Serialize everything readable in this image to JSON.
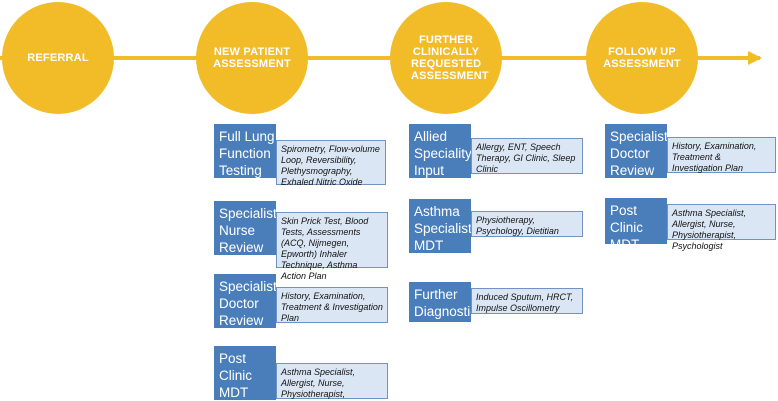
{
  "colors": {
    "stage_fill": "#F1BC28",
    "card_fill": "#4A7EBB",
    "note_fill": "#DBE6F4",
    "note_border": "#6F93C4",
    "timeline": "#F1BC28"
  },
  "stages": [
    {
      "id": "referral",
      "label": "REFERRAL"
    },
    {
      "id": "new-patient",
      "label": "NEW PATIENT ASSESSMENT"
    },
    {
      "id": "further",
      "label": "FURTHER CLINICALLY REQUESTED ASSESSMENT"
    },
    {
      "id": "follow-up",
      "label": "FOLLOW UP ASSESSMENT"
    }
  ],
  "columns": {
    "new_patient": [
      {
        "title": "Full Lung Function Testing",
        "detail": "Spirometry, Flow-volume Loop, Reversibility, Plethysmography, Exhaled Nitric Oxide"
      },
      {
        "title": "Specialist Nurse Review",
        "detail": "Skin Prick Test, Blood Tests, Assessments (ACQ, Nijmegen, Epworth) Inhaler Technique, Asthma Action Plan"
      },
      {
        "title": "Specialist Doctor Review",
        "detail": "History, Examination, Treatment & Investigation Plan"
      },
      {
        "title": "Post Clinic MDT",
        "detail": "Asthma Specialist, Allergist, Nurse, Physiotherapist, Psychologist"
      }
    ],
    "further": [
      {
        "title": "Allied Speciality Input",
        "detail": "Allergy, ENT, Speech Therapy, GI Clinic, Sleep Clinic"
      },
      {
        "title": "Asthma Specialist MDT Input",
        "detail": "Physiotherapy, Psychology, Dietitian"
      },
      {
        "title": "Further Diagnostics",
        "detail": "Induced Sputum, HRCT, Impulse Oscillometry"
      }
    ],
    "follow_up": [
      {
        "title": "Specialist Doctor Review",
        "detail": "History, Examination, Treatment & Investigation Plan"
      },
      {
        "title": "Post Clinic MDT",
        "detail": "Asthma Specialist, Allergist, Nurse, Physiotherapist, Psychologist"
      }
    ]
  }
}
